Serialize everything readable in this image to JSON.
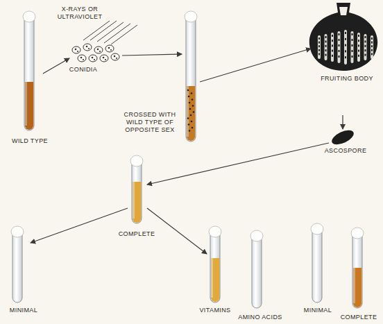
{
  "diagram": {
    "labels": [
      "X-RAYS OR ULTRAVIOLET",
      "CONIDIA",
      "FRUITING BODY",
      "CROSSED WITH WILD TYPE OF OPPOSITE SEX",
      "WILD TYPE",
      "ASCOSPORE",
      "COMPLETE",
      "MINIMAL",
      "VITAMINS",
      "AMINO ACIDS",
      "MINIMAL",
      "COMPLETE"
    ]
  }
}
